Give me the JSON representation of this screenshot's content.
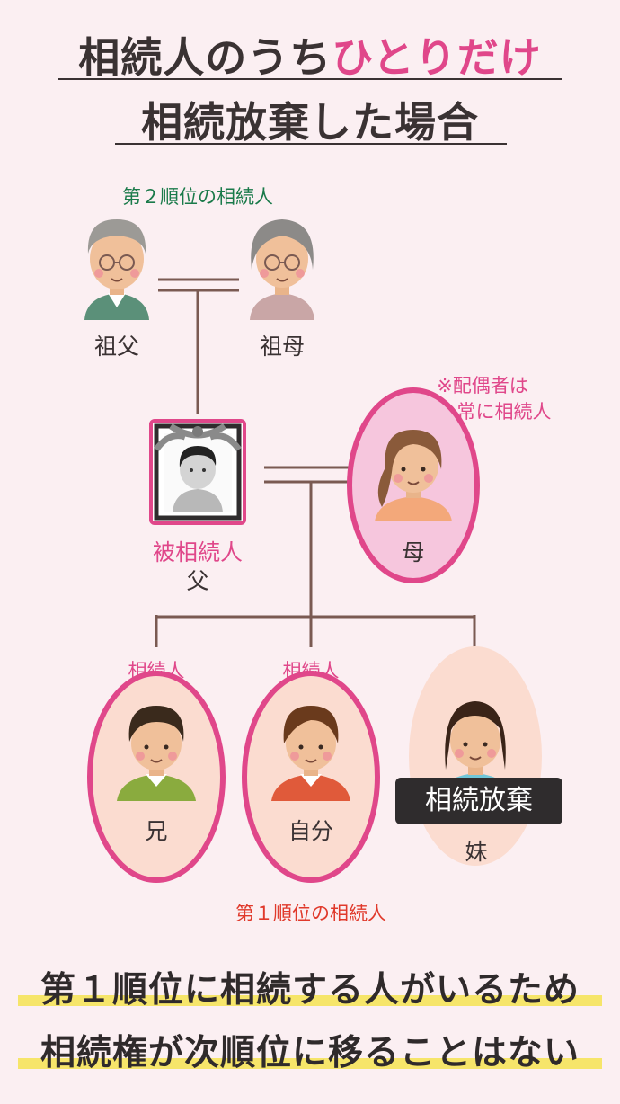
{
  "title": {
    "line1_normal": "相続人のうち",
    "line1_accent": "ひとりだけ",
    "line2": "相続放棄した場合"
  },
  "labels": {
    "second_rank": "第２順位の相続人",
    "grandfather": "祖父",
    "grandmother": "祖母",
    "spouse_note_line1": "※配偶者は",
    "spouse_note_line2": "常に相続人",
    "decedent_role": "被相続人",
    "father": "父",
    "mother": "母",
    "heir": "相続人",
    "brother": "兄",
    "self": "自分",
    "sister": "妹",
    "renounce_badge": "相続放棄",
    "first_rank": "第１順位の相続人"
  },
  "bottom": {
    "line1": "第１順位に相続する人がいるため",
    "line2": "相続権が次順位に移ることはない"
  },
  "colors": {
    "background": "#fbeff2",
    "accent_pink": "#e0478a",
    "line_brown": "#7a5a52",
    "highlight_yellow": "#f6e56a",
    "heir_fill": "#fbdcd0",
    "mother_fill": "#f6c6dd"
  }
}
